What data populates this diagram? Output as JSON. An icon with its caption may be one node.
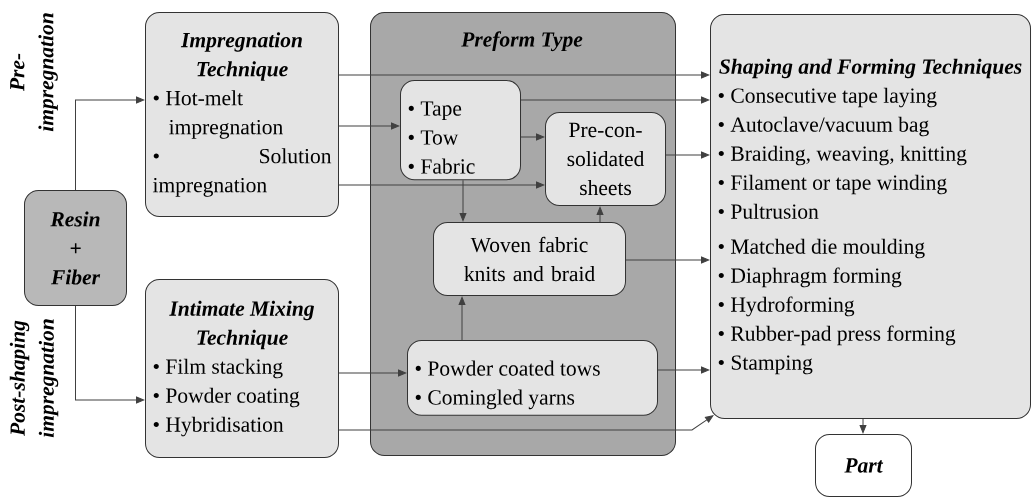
{
  "diagram": {
    "nodes": [
      {
        "text": [
          "Resin + Fiber"
        ]
      },
      {
        "text": [
          "Impregnation Technique",
          "• Hot-melt impregnation",
          "• Solution impregnation"
        ]
      },
      {
        "text": [
          "Intimate Mixing Technique",
          "• Film stacking",
          "• Powder coating",
          "• Hybridisation"
        ]
      },
      {
        "text": [
          "Preform Type"
        ]
      },
      {
        "text": [
          "• Tape",
          "• Tow",
          "• Fabric"
        ],
        "in": 3
      },
      {
        "text": [
          "Pre-con- solidated sheets"
        ],
        "in": 3
      },
      {
        "text": [
          "Woven fabric knits and braid"
        ],
        "in": 3
      },
      {
        "text": [
          "• Powder coated tows",
          "• Comingled yarns"
        ],
        "in": 3
      },
      {
        "text": [
          "Shaping and Forming Techniques",
          "• Consecutive tape laying",
          "• Autoclave/vacuum bag",
          "• Braiding, weaving, knitting",
          "• Filament or tape winding",
          "• Pultrusion",
          "• Matched die moulding",
          "• Diaphragm forming",
          "• Hydroforming",
          "• Rubber-pad press forming",
          "• Stamping"
        ]
      },
      {
        "text": [
          "Part"
        ]
      }
    ],
    "edges": [
      {
        "from": 0,
        "to": 1,
        "arrow": "to"
      },
      {
        "from": 0,
        "to": 2,
        "arrow": "to"
      },
      {
        "from": 1,
        "to": 8,
        "arrow": "to"
      },
      {
        "from": 1,
        "to": 4,
        "arrow": "to"
      },
      {
        "from": 1,
        "to": 5,
        "arrow": "to"
      },
      {
        "from": 4,
        "to": 8,
        "arrow": "to"
      },
      {
        "from": 4,
        "to": 5,
        "arrow": "to"
      },
      {
        "from": 5,
        "to": 8,
        "arrow": "to"
      },
      {
        "from": 4,
        "to": 6,
        "arrow": "to"
      },
      {
        "from": 6,
        "to": 5,
        "arrow": "to"
      },
      {
        "from": 6,
        "to": 8,
        "arrow": "to"
      },
      {
        "from": 7,
        "to": 6,
        "arrow": "to"
      },
      {
        "from": 7,
        "to": 8,
        "arrow": "to"
      },
      {
        "from": 2,
        "to": 7,
        "arrow": "to"
      },
      {
        "from": 2,
        "to": 8,
        "arrow": "to"
      },
      {
        "from": 8,
        "to": 9,
        "arrow": "to"
      }
    ],
    "labels": [
      "Pre- impregnation",
      "Post-shaping impregnation"
    ]
  }
}
